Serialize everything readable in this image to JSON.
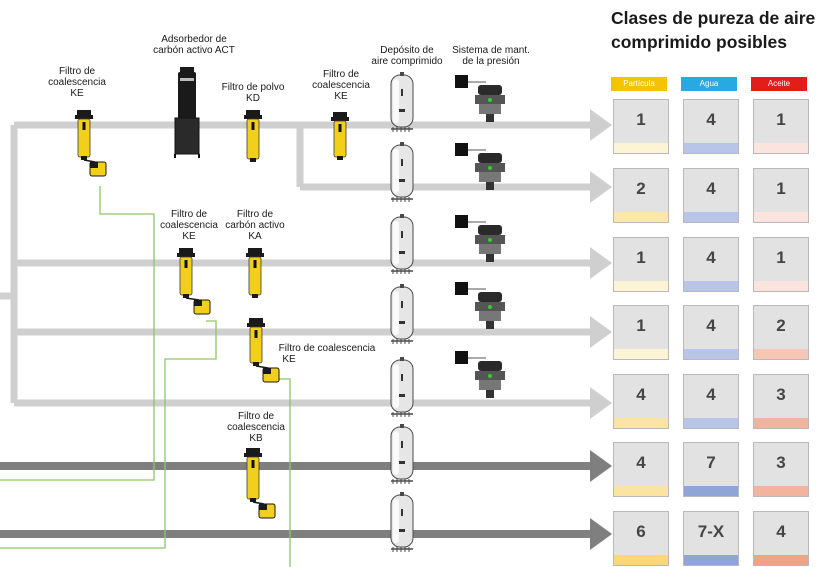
{
  "title": [
    "Clases de pureza de aire",
    "comprimido posibles"
  ],
  "components": {
    "filter_ke_top": [
      "Filtro de",
      "coalescencia",
      "KE"
    ],
    "adsorber_act": [
      "Adsorbedor de",
      "carbón activo ACT"
    ],
    "filter_kd": [
      "Filtro de polvo",
      "KD"
    ],
    "filter_ke_second": [
      "Filtro de",
      "coalescencia",
      "KE"
    ],
    "receiver_tank": [
      "Depósito de",
      "aire comprimido"
    ],
    "pressure_system": [
      "Sistema de mant.",
      "de la presión"
    ],
    "filter_ke_mid": [
      "Filtro de",
      "coalescencia",
      "KE"
    ],
    "filter_ka": [
      "Filtro de",
      "carbón activo",
      "KA"
    ],
    "filter_ke_lower": [
      "Filtro de coalescencia",
      "KE"
    ],
    "filter_kb": [
      "Filtro de",
      "coalescencia",
      "KB"
    ]
  },
  "purity_headers": [
    {
      "label": "Partícula",
      "color": "#f5c400"
    },
    {
      "label": "Agua",
      "color": "#27a9e1"
    },
    {
      "label": "Aceite",
      "color": "#e31d1a"
    }
  ],
  "purity_rows": [
    [
      "1",
      "4",
      "1"
    ],
    [
      "2",
      "4",
      "1"
    ],
    [
      "1",
      "4",
      "1"
    ],
    [
      "1",
      "4",
      "2"
    ],
    [
      "4",
      "4",
      "3"
    ],
    [
      "4",
      "7",
      "3"
    ],
    [
      "6",
      "7-X",
      "4"
    ]
  ],
  "strip_colors": {
    "particle": [
      "#fdf4d6",
      "#fbe7a9",
      "#fdf4d6",
      "#fdf4d6",
      "#fbe3a1",
      "#fbe3a1",
      "#fbd77a"
    ],
    "water": [
      "#b8c5e8",
      "#b8c5e8",
      "#b8c5e8",
      "#b8c5e8",
      "#b8c5e8",
      "#8fa5d8",
      "#8fa5d8"
    ],
    "oil": [
      "#fbe4dd",
      "#fbe4dd",
      "#fbe4dd",
      "#f7c7b6",
      "#f2b49e",
      "#f2b49e",
      "#eda485"
    ]
  },
  "colors": {
    "pipe_light": "#cfcfcf",
    "pipe_dark": "#7f7f7f",
    "drain_line": "#8cc663",
    "filter_yellow": "#f2cf19",
    "filter_black": "#1a1a1a"
  }
}
